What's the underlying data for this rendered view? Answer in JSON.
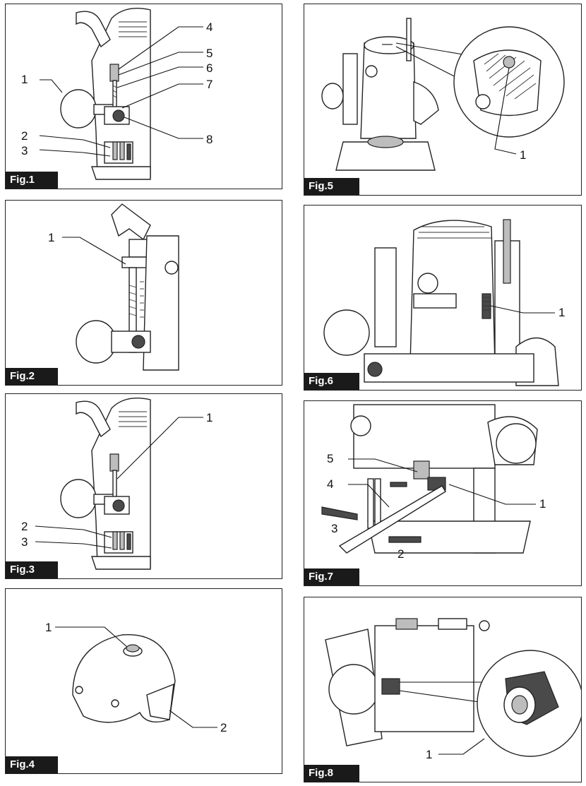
{
  "figures": {
    "fig1": {
      "label": "Fig.1",
      "callouts": [
        "1",
        "2",
        "3",
        "4",
        "5",
        "6",
        "7",
        "8"
      ]
    },
    "fig2": {
      "label": "Fig.2",
      "callouts": [
        "1"
      ]
    },
    "fig3": {
      "label": "Fig.3",
      "callouts": [
        "1",
        "2",
        "3"
      ]
    },
    "fig4": {
      "label": "Fig.4",
      "callouts": [
        "1",
        "2"
      ]
    },
    "fig5": {
      "label": "Fig.5",
      "callouts": [
        "1"
      ]
    },
    "fig6": {
      "label": "Fig.6",
      "callouts": [
        "1"
      ]
    },
    "fig7": {
      "label": "Fig.7",
      "callouts": [
        "1",
        "2",
        "3",
        "4",
        "5"
      ]
    },
    "fig8": {
      "label": "Fig.8",
      "callouts": [
        "1"
      ]
    }
  }
}
